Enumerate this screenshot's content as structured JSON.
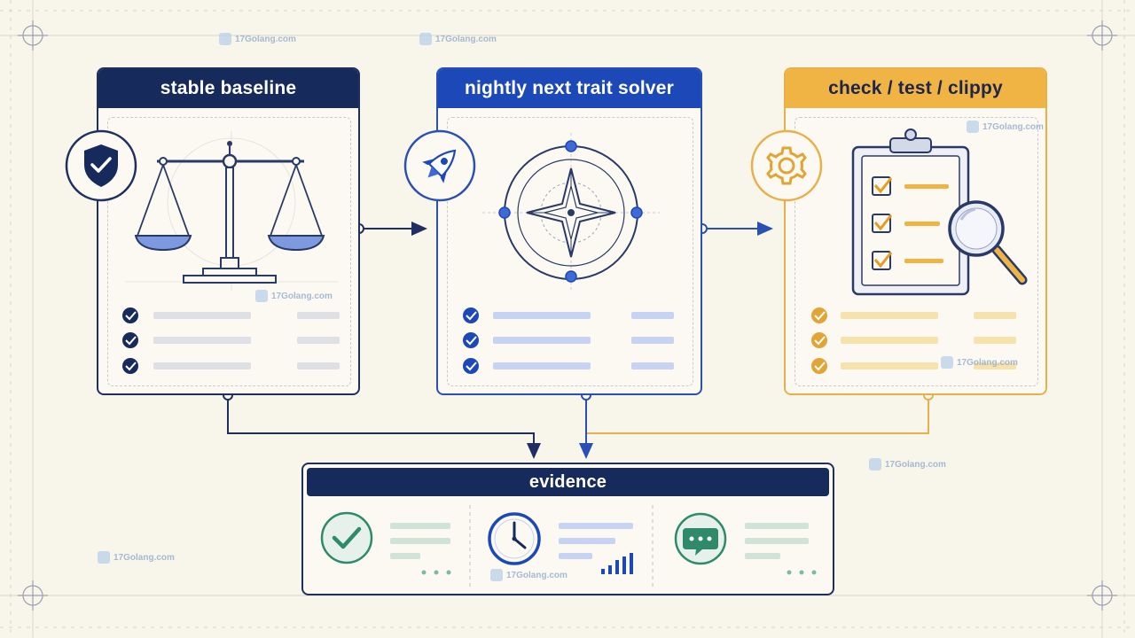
{
  "cards": [
    {
      "id": "stable",
      "title": "stable baseline",
      "color": "#172a5c",
      "accent": "#1f2f62"
    },
    {
      "id": "nightly",
      "title": "nightly next trait solver",
      "color": "#1d48b8",
      "accent": "#2a4fb5"
    },
    {
      "id": "check",
      "title": "check / test / clippy",
      "color": "#f0b444",
      "accent": "#e9b04a"
    }
  ],
  "evidence": {
    "title": "evidence",
    "color": "#172a5c"
  },
  "watermark": "17Golang.com",
  "icons": [
    "shield-check-icon",
    "balance-scale-icon",
    "rocket-icon",
    "compass-icon",
    "gear-icon",
    "clipboard-checklist-icon",
    "magnifier-icon",
    "check-circle-icon",
    "clock-icon",
    "bar-chart-icon",
    "chat-bubble-icon"
  ]
}
